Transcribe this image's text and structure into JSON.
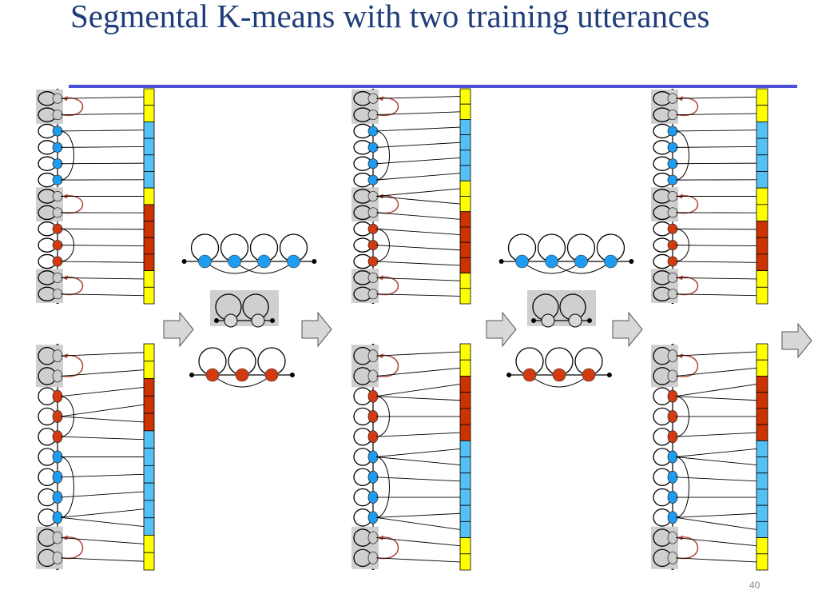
{
  "slide": {
    "title": "Segmental K-means with two training utterances",
    "page_number": "40"
  },
  "colors": {
    "title": "#1f3d7a",
    "rule": "#4a4fd6",
    "yellow": "#ffff00",
    "blue": "#55c0f4",
    "red": "#cc3300",
    "blue_node": "#1e9cf0",
    "red_node": "#d43a10",
    "gray_state": "#cccccc"
  },
  "hmm_models": [
    {
      "name": "blue-hmm",
      "states": 4,
      "color": "blue"
    },
    {
      "name": "silence-hmm",
      "states": 2,
      "color": "gray"
    },
    {
      "name": "red-hmm",
      "states": 3,
      "color": "red"
    }
  ],
  "utterances": [
    {
      "name": "utterance-1",
      "state_sequence": [
        "gray",
        "gray",
        "blue",
        "blue",
        "blue",
        "blue",
        "gray",
        "gray",
        "red",
        "red",
        "red",
        "gray",
        "gray"
      ],
      "segmentations": [
        [
          "yellow",
          "yellow",
          "blue",
          "blue",
          "blue",
          "blue",
          "yellow",
          "red",
          "red",
          "red",
          "red",
          "yellow",
          "yellow"
        ],
        [
          "yellow",
          "yellow",
          "blue",
          "blue",
          "blue",
          "blue",
          "yellow",
          "yellow",
          "red",
          "red",
          "red",
          "red",
          "yellow",
          "yellow"
        ],
        [
          "yellow",
          "yellow",
          "blue",
          "blue",
          "blue",
          "blue",
          "yellow",
          "yellow",
          "red",
          "red",
          "red",
          "yellow",
          "yellow"
        ]
      ]
    },
    {
      "name": "utterance-2",
      "state_sequence": [
        "gray",
        "gray",
        "red",
        "red",
        "red",
        "blue",
        "blue",
        "blue",
        "blue",
        "gray",
        "gray"
      ],
      "segmentations": [
        [
          "yellow",
          "yellow",
          "red",
          "red",
          "red",
          "blue",
          "blue",
          "blue",
          "blue",
          "blue",
          "blue",
          "yellow",
          "yellow"
        ],
        [
          "yellow",
          "yellow",
          "red",
          "red",
          "red",
          "red",
          "blue",
          "blue",
          "blue",
          "blue",
          "blue",
          "blue",
          "yellow",
          "yellow"
        ],
        [
          "yellow",
          "yellow",
          "red",
          "red",
          "red",
          "red",
          "blue",
          "blue",
          "blue",
          "blue",
          "blue",
          "blue",
          "yellow",
          "yellow"
        ]
      ]
    }
  ]
}
